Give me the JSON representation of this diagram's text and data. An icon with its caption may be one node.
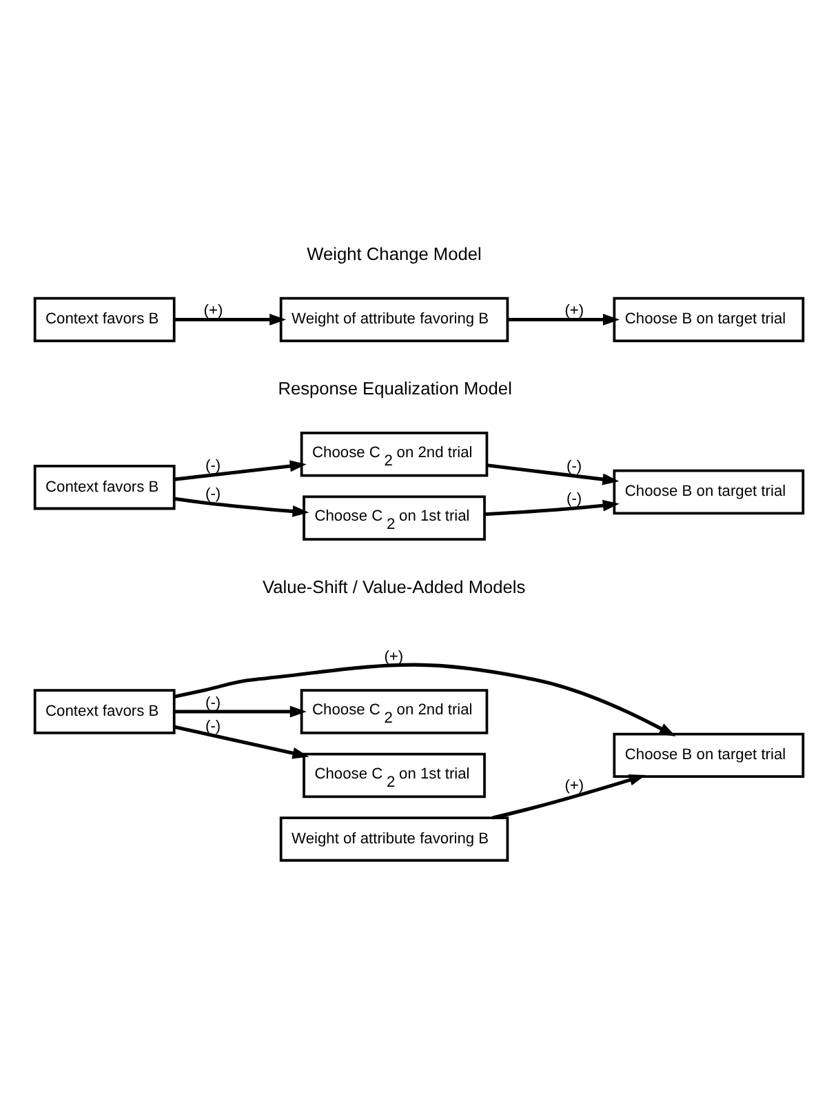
{
  "diagram": {
    "nodes": [
      {
        "text": [
          "Context favors B"
        ]
      },
      {
        "text": [
          "Weight of attribute favoring B"
        ]
      },
      {
        "text": [
          "Choose B on target trial"
        ]
      },
      {
        "text": [
          "Choose C$_{2}$ on 1st trial"
        ]
      },
      {
        "text": [
          "Context favors B"
        ]
      },
      {
        "text": [
          "Choose C$_{2}$ on 2nd trial"
        ]
      },
      {
        "text": [
          "Choose B on target trial"
        ]
      },
      {
        "text": [
          "Choose C$_{2}$ on 1st trial"
        ]
      },
      {
        "text": [
          "Context favors B"
        ]
      },
      {
        "text": [
          "Choose C$_{2}$ on 2nd trial"
        ]
      },
      {
        "text": [
          "Choose B on target trial"
        ]
      },
      {
        "text": [
          "Weight of attribute favoring B"
        ]
      }
    ],
    "edges": [
      {
        "from": 0,
        "to": 1,
        "arrow": "to",
        "label": "(+)"
      },
      {
        "from": 1,
        "to": 2,
        "arrow": "to",
        "label": "(+)"
      },
      {
        "from": 4,
        "to": 3,
        "arrow": "to",
        "label": "(-)"
      },
      {
        "from": 4,
        "to": 5,
        "arrow": "to",
        "label": "(-)"
      },
      {
        "from": 3,
        "to": 6,
        "arrow": "to",
        "label": "(-)"
      },
      {
        "from": 5,
        "to": 6,
        "arrow": "to",
        "label": "(-)"
      },
      {
        "from": 8,
        "to": 7,
        "arrow": "to",
        "label": "(-)"
      },
      {
        "from": 8,
        "to": 9,
        "arrow": "to",
        "label": "(-)"
      },
      {
        "from": 8,
        "to": 10,
        "arrow": "to",
        "label": "(+)"
      },
      {
        "from": 11,
        "to": 10,
        "arrow": "to",
        "label": "(+)"
      }
    ],
    "labels": [
      "Weight Change Model",
      "Response Equalization Model",
      "Value-Shift / Value-Added Models"
    ]
  }
}
